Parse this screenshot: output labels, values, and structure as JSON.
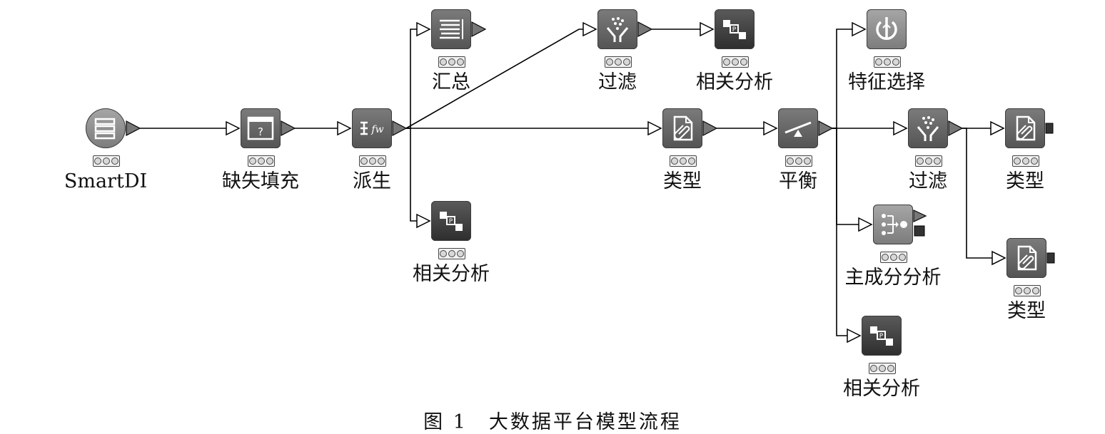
{
  "caption": "图 1　大数据平台模型流程",
  "nodes": [
    {
      "id": "n1",
      "label": "SmartDI",
      "icon": "database-icon"
    },
    {
      "id": "n2",
      "label": "缺失填充",
      "icon": "missing-fill-icon"
    },
    {
      "id": "n3",
      "label": "派生",
      "icon": "derive-icon"
    },
    {
      "id": "n4",
      "label": "汇总",
      "icon": "aggregate-icon"
    },
    {
      "id": "n5",
      "label": "相关分析",
      "icon": "correlation-icon"
    },
    {
      "id": "n6",
      "label": "过滤",
      "icon": "filter-icon"
    },
    {
      "id": "n7",
      "label": "相关分析",
      "icon": "correlation-icon"
    },
    {
      "id": "n8",
      "label": "类型",
      "icon": "type-icon"
    },
    {
      "id": "n9",
      "label": "平衡",
      "icon": "balance-icon"
    },
    {
      "id": "n10",
      "label": "特征选择",
      "icon": "feature-selection-icon"
    },
    {
      "id": "n11",
      "label": "过滤",
      "icon": "filter-icon"
    },
    {
      "id": "n12",
      "label": "主成分分析",
      "icon": "pca-icon"
    },
    {
      "id": "n13",
      "label": "相关分析",
      "icon": "correlation-icon"
    },
    {
      "id": "n14",
      "label": "类型",
      "icon": "type-icon"
    },
    {
      "id": "n15",
      "label": "类型",
      "icon": "type-icon"
    }
  ],
  "edges": [
    [
      "n1",
      "n2"
    ],
    [
      "n2",
      "n3"
    ],
    [
      "n3",
      "n4"
    ],
    [
      "n3",
      "n5"
    ],
    [
      "n3",
      "n6"
    ],
    [
      "n6",
      "n7"
    ],
    [
      "n3",
      "n8"
    ],
    [
      "n8",
      "n9"
    ],
    [
      "n9",
      "n10"
    ],
    [
      "n9",
      "n11"
    ],
    [
      "n9",
      "n12"
    ],
    [
      "n9",
      "n13"
    ],
    [
      "n11",
      "n14"
    ],
    [
      "n11",
      "n15"
    ]
  ]
}
